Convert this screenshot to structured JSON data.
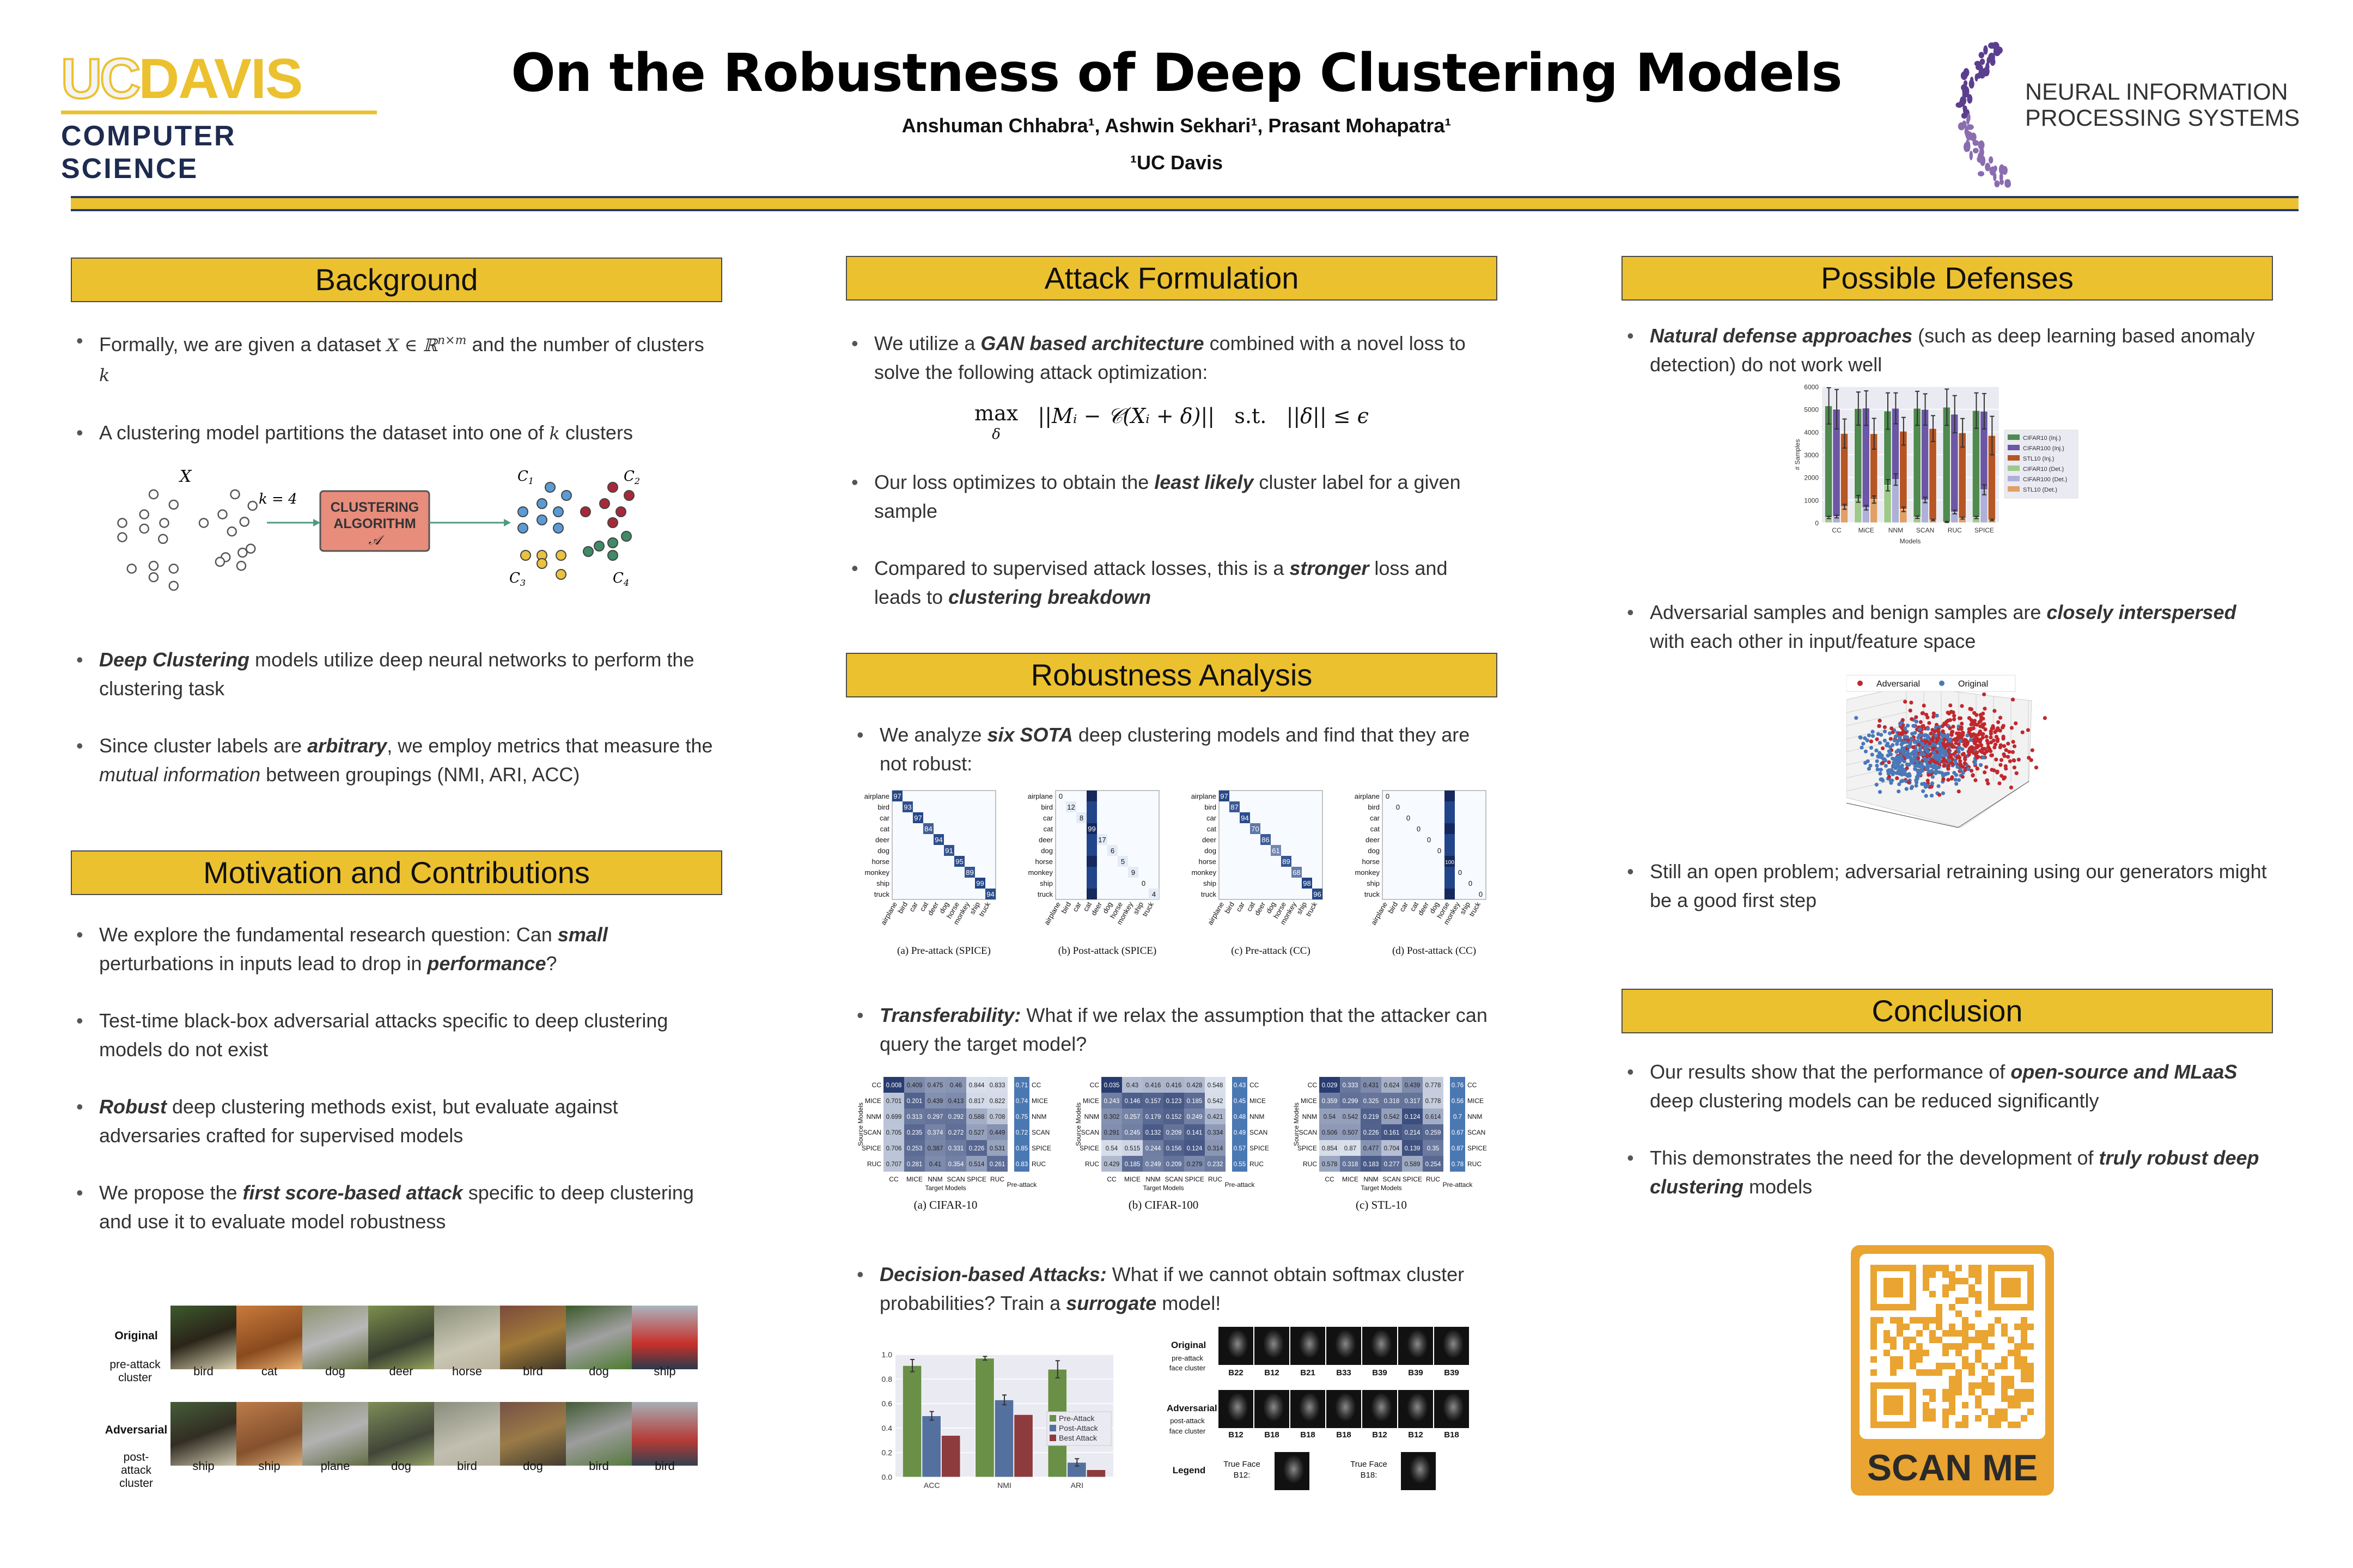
{
  "header": {
    "title": "On the Robustness of Deep Clustering Models",
    "authors": "Anshuman Chhabra¹, Ashwin Sekhari¹, Prasant Mohapatra¹",
    "affiliation": "¹UC Davis",
    "logo_left": {
      "uc": "UC",
      "davis": "DAVIS",
      "dept": "COMPUTER SCIENCE"
    },
    "logo_right": {
      "line1": "NEURAL INFORMATION",
      "line2": "PROCESSING SYSTEMS"
    }
  },
  "colors": {
    "accent": "#ecc12f",
    "navy": "#1e2b4f",
    "purple": "#6a4c93"
  },
  "background": {
    "title": "Background",
    "bullets": [
      [
        [
          "Formally, we are given a dataset ",
          ""
        ],
        [
          "X ∈ ℝ",
          "m"
        ],
        [
          "n×m",
          "msup"
        ],
        [
          " and the number of clusters ",
          ""
        ],
        [
          "k",
          "m"
        ]
      ],
      [
        [
          "A clustering model partitions the dataset into one of ",
          ""
        ],
        [
          "k",
          "m"
        ],
        [
          " clusters",
          ""
        ]
      ],
      [
        [
          "Deep Clustering",
          "bi"
        ],
        [
          " models utilize deep neural networks to perform the clustering task",
          ""
        ]
      ],
      [
        [
          "Since cluster labels are ",
          ""
        ],
        [
          "arbitrary",
          "bi"
        ],
        [
          ", we employ metrics that measure the ",
          ""
        ],
        [
          "mutual information",
          "i"
        ],
        [
          " between groupings (NMI, ARI, ACC)",
          ""
        ]
      ]
    ],
    "diagram": {
      "input_label": "X",
      "k_label": "k = 4",
      "box_line1": "CLUSTERING",
      "box_line2": "ALGORITHM",
      "box_symbol": "𝒜",
      "clusters": [
        "C1",
        "C2",
        "C3",
        "C4"
      ]
    }
  },
  "motivation": {
    "title": "Motivation and Contributions",
    "bullets": [
      [
        [
          "We explore the fundamental research question: Can ",
          ""
        ],
        [
          "small",
          "bi"
        ],
        [
          " perturbations in inputs lead to drop in ",
          ""
        ],
        [
          "performance",
          "bi"
        ],
        [
          "?",
          ""
        ]
      ],
      [
        [
          "Test-time black-box adversarial attacks specific to deep clustering models do not exist",
          ""
        ]
      ],
      [
        [
          "Robust",
          "bi"
        ],
        [
          " deep clustering methods exist, but evaluate against adversaries crafted for supervised models",
          ""
        ]
      ],
      [
        [
          "We propose the ",
          ""
        ],
        [
          "first score-based attack",
          "bi"
        ],
        [
          " specific to deep clustering and use it to evaluate model robustness",
          ""
        ]
      ]
    ],
    "examples": {
      "row1_title": "Original",
      "row1_sub": "pre-attack cluster",
      "row2_title": "Adversarial",
      "row2_sub": "post-attack cluster",
      "pre_labels": [
        "bird",
        "cat",
        "dog",
        "deer",
        "horse",
        "bird",
        "dog",
        "ship"
      ],
      "post_labels": [
        "ship",
        "ship",
        "plane",
        "dog",
        "bird",
        "dog",
        "bird",
        "bird"
      ]
    }
  },
  "attack": {
    "title": "Attack Formulation",
    "bullets": [
      [
        [
          "We utilize a ",
          ""
        ],
        [
          "GAN based architecture",
          "bi"
        ],
        [
          " combined with a novel loss to solve the following attack optimization:",
          ""
        ]
      ],
      [
        [
          "Our loss optimizes to obtain the ",
          ""
        ],
        [
          "least likely",
          "bi"
        ],
        [
          " cluster label for a given sample",
          ""
        ]
      ],
      [
        [
          "Compared to supervised attack losses, this is a ",
          ""
        ],
        [
          "stronger",
          "bi"
        ],
        [
          " loss and leads to ",
          ""
        ],
        [
          "clustering breakdown",
          "bi"
        ]
      ]
    ],
    "equation": {
      "op": "max",
      "sub": "δ",
      "body": "||Mᵢ − 𝒞(Xᵢ + δ)||",
      "st": "s.t.",
      "constraint": "||δ|| ≤ ϵ"
    }
  },
  "robustness": {
    "title": "Robustness Analysis",
    "bullets": [
      [
        [
          "We analyze ",
          ""
        ],
        [
          "six SOTA",
          "bi"
        ],
        [
          " deep clustering models and find that they are not robust:",
          ""
        ]
      ],
      [
        [
          "Transferability:",
          "bi"
        ],
        [
          " What if we relax the assumption that the attacker can query the target model?",
          ""
        ]
      ],
      [
        [
          "Decision-based Attacks:",
          "bi"
        ],
        [
          " What if we cannot obtain softmax cluster probabilities? Train a ",
          ""
        ],
        [
          "surrogate",
          "bi"
        ],
        [
          " model!",
          ""
        ]
      ]
    ],
    "faces": {
      "row1_title": "Original",
      "row1_sub1": "pre-attack",
      "row1_sub2": "face cluster",
      "row2_title": "Adversarial",
      "row2_sub1": "post-attack",
      "row2_sub2": "face cluster",
      "pre_labels": [
        "B22",
        "B12",
        "B21",
        "B33",
        "B39",
        "B39",
        "B39"
      ],
      "post_labels": [
        "B12",
        "B18",
        "B18",
        "B18",
        "B12",
        "B12",
        "B18"
      ],
      "legend_title": "Legend",
      "legend1_a": "True Face",
      "legend1_b": "B12:",
      "legend2_a": "True Face",
      "legend2_b": "B18:"
    }
  },
  "defenses": {
    "title": "Possible Defenses",
    "bullets": [
      [
        [
          "Natural defense approaches",
          "bi"
        ],
        [
          " (such as deep learning based anomaly detection) do not work well",
          ""
        ]
      ],
      [
        [
          "Adversarial samples and benign samples are ",
          ""
        ],
        [
          "closely interspersed",
          "bi"
        ],
        [
          " with each other in input/feature space",
          ""
        ]
      ],
      [
        [
          "Still an open problem; adversarial retraining using our generators might be a good first step",
          ""
        ]
      ]
    ]
  },
  "conclusion": {
    "title": "Conclusion",
    "bullets": [
      [
        [
          "Our results show that the performance of ",
          ""
        ],
        [
          "open-source and MLaaS",
          "bi"
        ],
        [
          " deep clustering models can be reduced significantly",
          ""
        ]
      ],
      [
        [
          "This demonstrates the need for the development of ",
          ""
        ],
        [
          "truly robust deep clustering",
          "bi"
        ],
        [
          " models",
          ""
        ]
      ]
    ],
    "qr_label": "SCAN ME"
  },
  "chart_data": [
    {
      "id": "defense_bars",
      "type": "bar",
      "title": "",
      "xlabel": "Models",
      "ylabel": "# Samples",
      "ylim": [
        0,
        6000
      ],
      "yticks": [
        "0",
        "1000",
        "2000",
        "3000",
        "4000",
        "5000",
        "6000"
      ],
      "categories": [
        "CC",
        "MiCE",
        "NNM",
        "SCAN",
        "RUC",
        "SPICE"
      ],
      "legend_position": "right",
      "series": [
        {
          "name": "CIFAR10 (Inj.)",
          "color": "#4f8a4f",
          "values": [
            5150,
            5030,
            4920,
            5040,
            5090,
            4940
          ],
          "err": [
            800,
            730,
            800,
            750,
            800,
            780
          ]
        },
        {
          "name": "CIFAR100 (Inj.)",
          "color": "#6b57a5",
          "values": [
            5000,
            5050,
            5040,
            4990,
            4780,
            4910
          ],
          "err": [
            870,
            760,
            680,
            690,
            820,
            780
          ]
        },
        {
          "name": "STL10 (Inj.)",
          "color": "#b65624",
          "values": [
            3930,
            3920,
            4030,
            4150,
            3960,
            3840
          ],
          "err": [
            640,
            680,
            610,
            570,
            630,
            850
          ]
        },
        {
          "name": "CIFAR10 (Det.)",
          "color": "#9ec98b",
          "values": [
            230,
            1050,
            1650,
            240,
            30,
            230
          ],
          "err": [
            50,
            150,
            250,
            50,
            20,
            50
          ]
        },
        {
          "name": "CIFAR100 (Det.)",
          "color": "#aeb0d8",
          "values": [
            270,
            660,
            1900,
            1000,
            470,
            1450
          ],
          "err": [
            60,
            100,
            250,
            120,
            80,
            220
          ]
        },
        {
          "name": "STL10 (Det.)",
          "color": "#e0a066",
          "values": [
            700,
            1020,
            590,
            120,
            200,
            120
          ],
          "err": [
            110,
            160,
            100,
            30,
            40,
            30
          ]
        }
      ]
    },
    {
      "id": "interspersed_scatter",
      "type": "scatter",
      "title": "",
      "legend_position": "top",
      "series": [
        {
          "name": "Adversarial",
          "color": "#c0282d"
        },
        {
          "name": "Original",
          "color": "#4a78b8"
        }
      ]
    },
    {
      "id": "confusion_matrices",
      "type": "heatmap",
      "labels": [
        "airplane",
        "bird",
        "car",
        "cat",
        "deer",
        "dog",
        "horse",
        "monkey",
        "ship",
        "truck"
      ],
      "panels": [
        {
          "caption": "(a) Pre-attack (SPICE)",
          "diag": [
            97,
            93,
            97,
            84,
            94,
            91,
            95,
            89,
            99,
            94
          ],
          "collapse_col": null
        },
        {
          "caption": "(b) Post-attack (SPICE)",
          "diag": [
            0,
            12,
            8,
            99,
            17,
            6,
            5,
            9,
            0,
            4
          ],
          "collapse_col": 3
        },
        {
          "caption": "(c) Pre-attack (CC)",
          "diag": [
            97,
            87,
            94,
            70,
            86,
            61,
            89,
            68,
            98,
            96
          ],
          "collapse_col": null
        },
        {
          "caption": "(d) Post-attack (CC)",
          "diag": [
            0,
            0,
            0,
            0,
            0,
            0,
            100,
            0,
            0,
            0
          ],
          "collapse_col": 6
        }
      ]
    },
    {
      "id": "transferability",
      "type": "heatmap",
      "xlabel": "Target Models",
      "ylabel": "Source Models",
      "extra_label": "Pre-attack",
      "models": [
        "CC",
        "MICE",
        "NNM",
        "SCAN",
        "SPICE",
        "RUC"
      ],
      "panels": [
        {
          "caption": "(a) CIFAR-10",
          "values": [
            [
              0.008,
              0.409,
              0.475,
              0.46,
              0.844,
              0.833
            ],
            [
              0.701,
              0.201,
              0.439,
              0.413,
              0.817,
              0.822
            ],
            [
              0.699,
              0.313,
              0.297,
              0.292,
              0.588,
              0.708
            ],
            [
              0.705,
              0.235,
              0.374,
              0.272,
              0.527,
              0.449
            ],
            [
              0.706,
              0.253,
              0.387,
              0.331,
              0.226,
              0.531
            ],
            [
              0.707,
              0.281,
              0.41,
              0.354,
              0.514,
              0.261
            ]
          ],
          "pre": [
            0.71,
            0.74,
            0.75,
            0.72,
            0.85,
            0.83
          ]
        },
        {
          "caption": "(b) CIFAR-100",
          "values": [
            [
              0.035,
              0.43,
              0.416,
              0.416,
              0.428,
              0.548
            ],
            [
              0.243,
              0.146,
              0.157,
              0.123,
              0.185,
              0.542
            ],
            [
              0.302,
              0.257,
              0.179,
              0.152,
              0.249,
              0.421
            ],
            [
              0.291,
              0.245,
              0.132,
              0.209,
              0.141,
              0.334
            ],
            [
              0.54,
              0.515,
              0.244,
              0.156,
              0.124,
              0.314
            ],
            [
              0.429,
              0.185,
              0.249,
              0.209,
              0.279,
              0.232
            ]
          ],
          "pre": [
            0.43,
            0.45,
            0.48,
            0.49,
            0.57,
            0.55
          ]
        },
        {
          "caption": "(c) STL-10",
          "values": [
            [
              0.029,
              0.333,
              0.431,
              0.624,
              0.439,
              0.778
            ],
            [
              0.359,
              0.299,
              0.325,
              0.318,
              0.317,
              0.778
            ],
            [
              0.54,
              0.542,
              0.219,
              0.542,
              0.124,
              0.614
            ],
            [
              0.506,
              0.507,
              0.226,
              0.161,
              0.214,
              0.259
            ],
            [
              0.854,
              0.87,
              0.477,
              0.704,
              0.139,
              0.35
            ],
            [
              0.578,
              0.318,
              0.183,
              0.277,
              0.589,
              0.254
            ]
          ],
          "pre": [
            0.76,
            0.56,
            0.7,
            0.67,
            0.87,
            0.78
          ]
        }
      ]
    },
    {
      "id": "decision_bars",
      "type": "bar",
      "ylim": [
        0,
        1.0
      ],
      "yticks": [
        "0.0",
        "0.2",
        "0.4",
        "0.6",
        "0.8",
        "1.0"
      ],
      "categories": [
        "ACC",
        "NMI",
        "ARI"
      ],
      "legend_position": "center-right",
      "series": [
        {
          "name": "Pre-Attack",
          "color": "#6a8f47",
          "values": [
            0.91,
            0.97,
            0.88
          ],
          "err": [
            0.05,
            0.015,
            0.07
          ]
        },
        {
          "name": "Post-Attack",
          "color": "#54709f",
          "values": [
            0.5,
            0.63,
            0.12
          ],
          "err": [
            0.035,
            0.04,
            0.03
          ]
        },
        {
          "name": "Best Attack",
          "color": "#8e3b3e",
          "values": [
            0.34,
            0.51,
            0.06
          ],
          "err": [
            0,
            0,
            0
          ]
        }
      ]
    }
  ]
}
